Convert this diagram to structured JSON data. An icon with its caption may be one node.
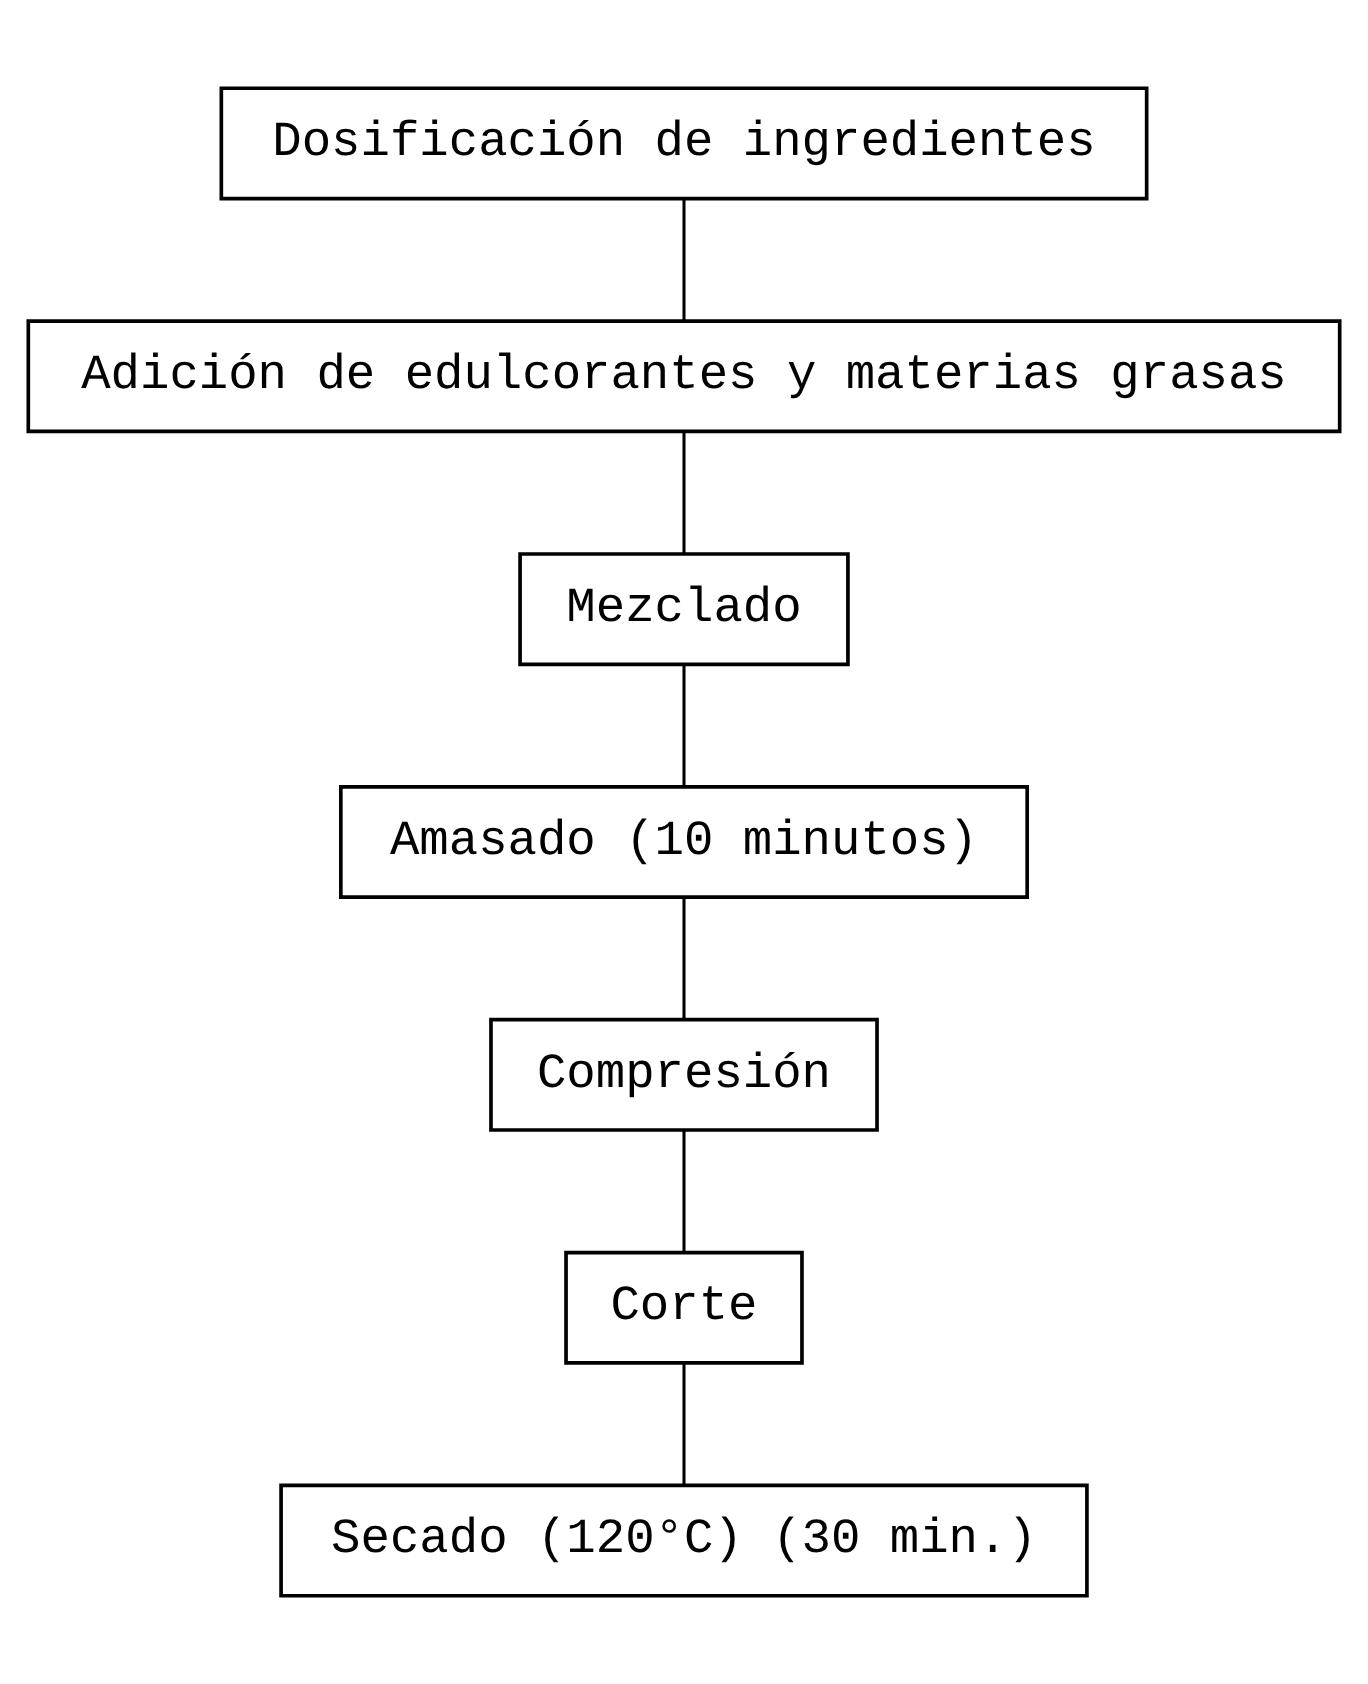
{
  "diagram": {
    "nodes": [
      {
        "text": [
          "Dosificación de ingredientes"
        ]
      },
      {
        "text": [
          "Adición de edulcorantes y materias grasas"
        ]
      },
      {
        "text": [
          "Mezclado"
        ]
      },
      {
        "text": [
          "Amasado (10 minutos)"
        ]
      },
      {
        "text": [
          "Compresión"
        ]
      },
      {
        "text": [
          "Corte"
        ]
      },
      {
        "text": [
          "Secado (120°C) (30 min.)"
        ]
      }
    ],
    "edges": [
      {
        "from": 0,
        "to": 1,
        "arrow": "none"
      },
      {
        "from": 1,
        "to": 2,
        "arrow": "none"
      },
      {
        "from": 2,
        "to": 3,
        "arrow": "none"
      },
      {
        "from": 3,
        "to": 4,
        "arrow": "none"
      },
      {
        "from": 4,
        "to": 5,
        "arrow": "none"
      },
      {
        "from": 5,
        "to": 6,
        "arrow": "none"
      }
    ]
  }
}
